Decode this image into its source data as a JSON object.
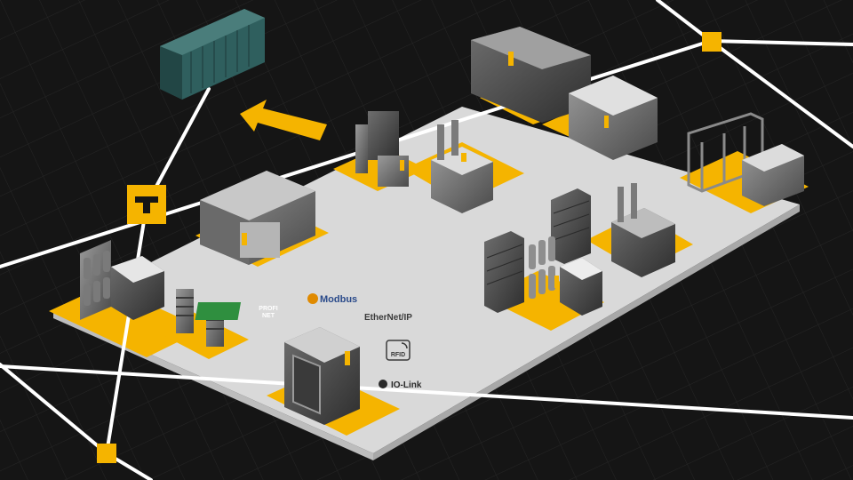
{
  "protocols": {
    "profinet_line1": "PROFI",
    "profinet_line2": "NET",
    "modbus": "Modbus",
    "ethernet_ip": "EtherNet/IP",
    "rfid": "RFID",
    "io_link": "IO-Link"
  },
  "colors": {
    "background": "#151515",
    "floor": "#d9d9d9",
    "accent_yellow": "#f5b400",
    "network_line": "#ffffff",
    "controller_teal": "#2f5f5e",
    "profinet_green": "#2f8f3f"
  },
  "icons": {
    "hub_icon": "t-junction-icon",
    "arrow": "direction-arrow-icon",
    "rfid_icon": "rfid-icon",
    "io_link_icon": "io-link-icon"
  }
}
